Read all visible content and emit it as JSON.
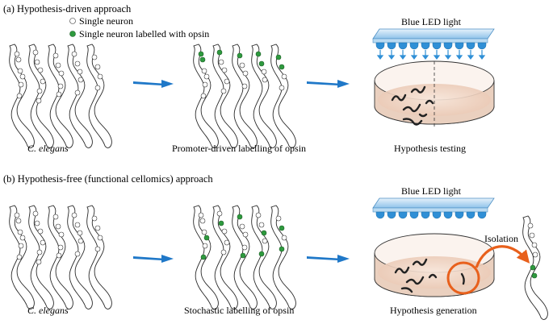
{
  "panel_a": {
    "title": "(a) Hypothesis-driven approach",
    "legend": {
      "single_neuron": "Single neuron",
      "labelled_neuron": "Single neuron labelled with opsin"
    },
    "captions": {
      "worms": "C. elegans",
      "labelling": "Promoter-driven labelling of opsin",
      "testing": "Hypothesis testing"
    },
    "led_label": "Blue LED light"
  },
  "panel_b": {
    "title": "(b) Hypothesis-free (functional cellomics) approach",
    "captions": {
      "worms": "C. elegans",
      "labelling": "Stochastic labelling of opsin",
      "generation": "Hypothesis generation"
    },
    "led_label": "Blue LED light",
    "isolation_label": "Isolation"
  },
  "colors": {
    "arrow": "#1f78c8",
    "opsin_green": "#2e9a3e",
    "led_blue": "#2f8fd6",
    "dish_fill": "#f2d9c9",
    "isolation_orange": "#e8601c"
  }
}
